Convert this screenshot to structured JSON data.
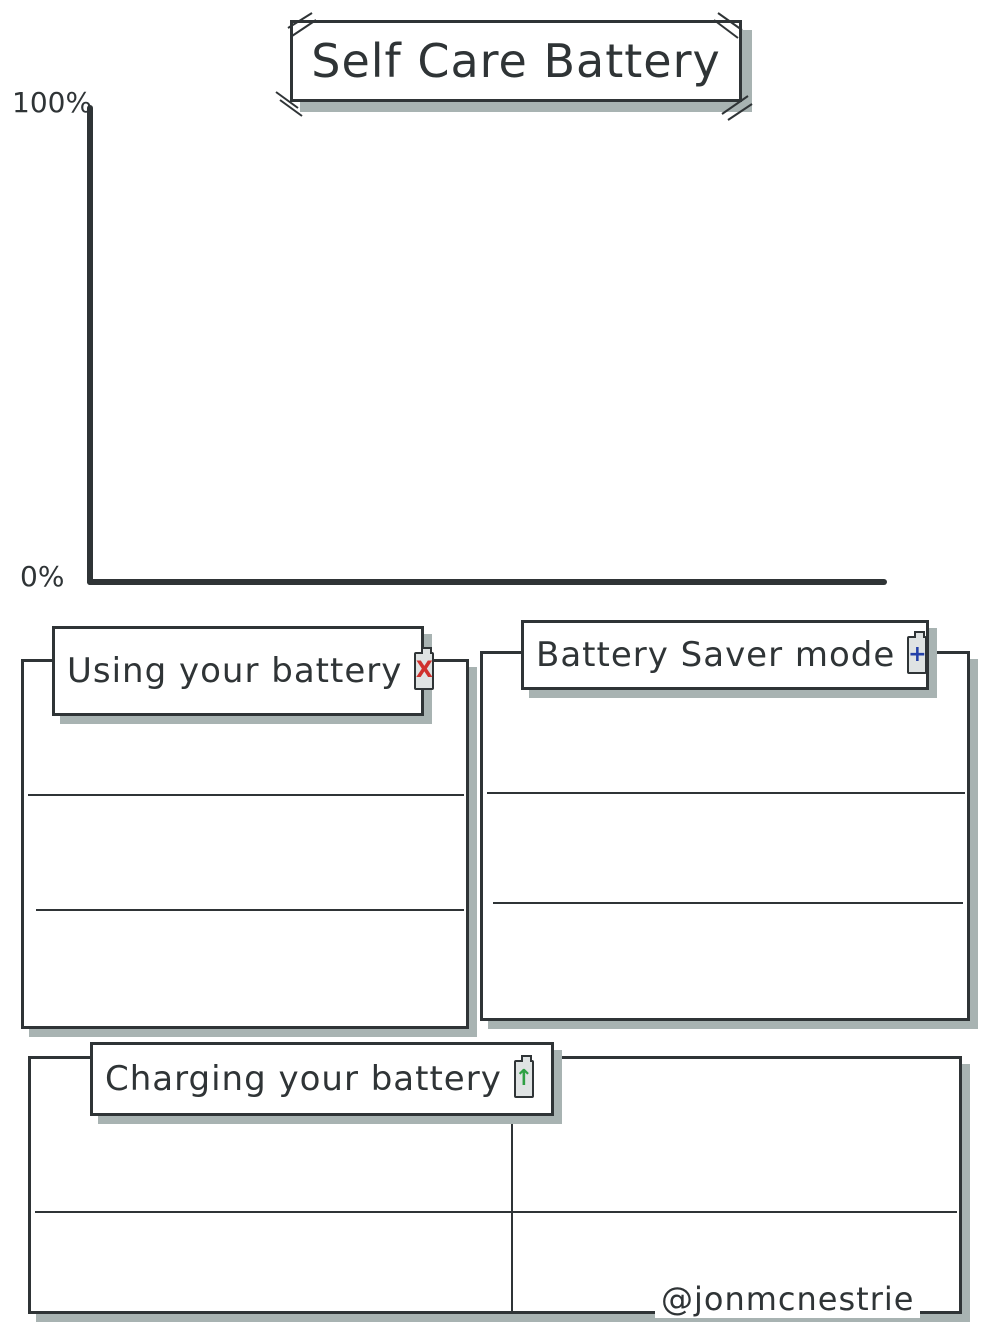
{
  "title": "Self Care Battery",
  "axis": {
    "top_label": "100%",
    "bottom_label": "0%"
  },
  "sections": {
    "using": {
      "label": "Using your battery",
      "icon": "battery-drain-icon",
      "icon_glyph": "X",
      "icon_color": "#d0312d"
    },
    "saver": {
      "label": "Battery Saver mode",
      "icon": "battery-plus-icon",
      "icon_glyph": "+",
      "icon_color": "#2340a8"
    },
    "charging": {
      "label": "Charging your battery",
      "icon": "battery-charging-icon",
      "icon_glyph": "↑",
      "icon_color": "#2ea043"
    }
  },
  "credit": "@jonmcnestrie"
}
